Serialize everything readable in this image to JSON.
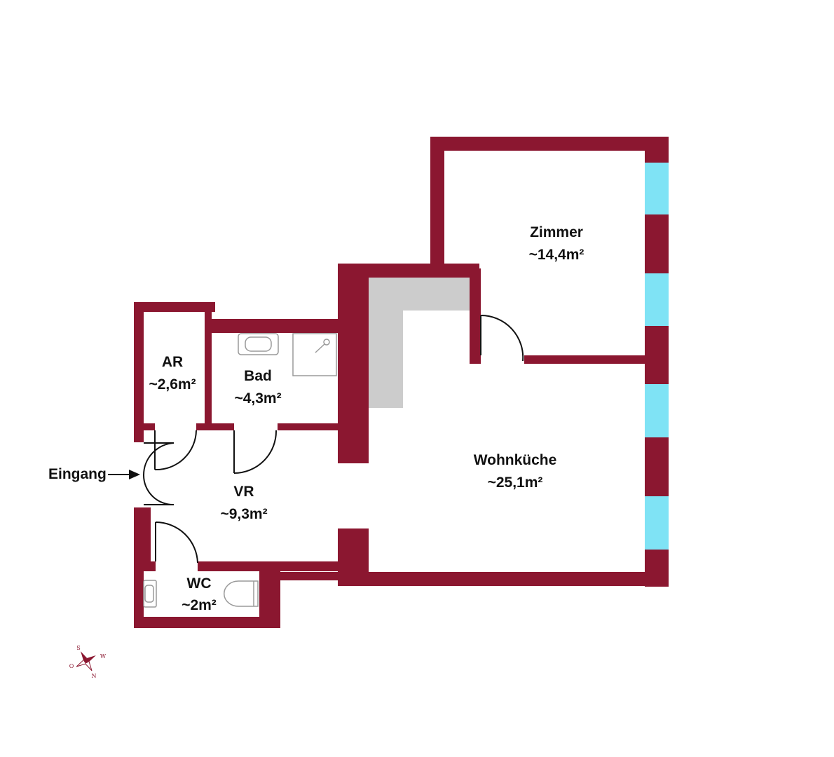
{
  "colors": {
    "wall": "#8b1730",
    "window": "#7fe3f5",
    "kitchen": "#cccccc",
    "fixture": "#9a9a9a",
    "background": "#ffffff",
    "text": "#111111"
  },
  "rooms": {
    "zimmer": {
      "name": "Zimmer",
      "area": "~14,4m²"
    },
    "wohnkueche": {
      "name": "Wohnküche",
      "area": "~25,1m²"
    },
    "ar": {
      "name": "AR",
      "area": "~2,6m²"
    },
    "bad": {
      "name": "Bad",
      "area": "~4,3m²"
    },
    "vr": {
      "name": "VR",
      "area": "~9,3m²"
    },
    "wc": {
      "name": "WC",
      "area": "~2m²"
    }
  },
  "entrance": {
    "label": "Eingang"
  },
  "compass": {
    "north": "N",
    "south": "S",
    "east": "O",
    "west": "W"
  },
  "icons": {
    "entrance": "arrow-right-icon",
    "compass": "compass-rose-icon",
    "sink": "sink-icon",
    "shower": "shower-icon",
    "toilet": "toilet-icon"
  }
}
